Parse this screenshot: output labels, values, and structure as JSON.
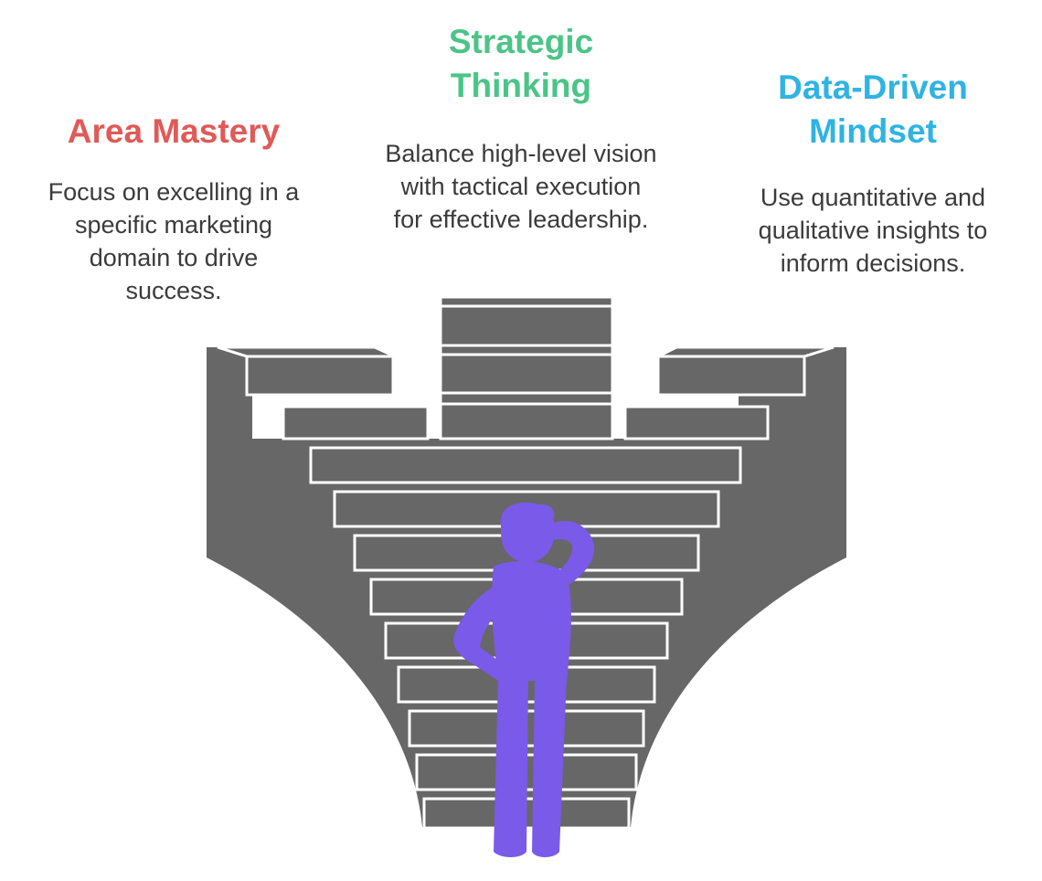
{
  "colors": {
    "area_mastery": "#e05a58",
    "strategic_thinking": "#4cc487",
    "data_driven": "#2fb3e3",
    "stairs": "#676767",
    "person": "#7a5ae8",
    "text": "#3b3b3b"
  },
  "sections": {
    "area_mastery": {
      "title": "Area Mastery",
      "description": "Focus on excelling in a\nspecific marketing\ndomain to drive\nsuccess."
    },
    "strategic_thinking": {
      "title": "Strategic\nThinking",
      "description": "Balance high-level vision\nwith tactical execution\nfor effective leadership."
    },
    "data_driven": {
      "title": "Data-Driven\nMindset",
      "description": "Use quantitative and\nqualitative insights to\ninform decisions."
    }
  },
  "icons": {
    "figure": "thinking-person-icon",
    "stairs": "staircase-icon"
  }
}
